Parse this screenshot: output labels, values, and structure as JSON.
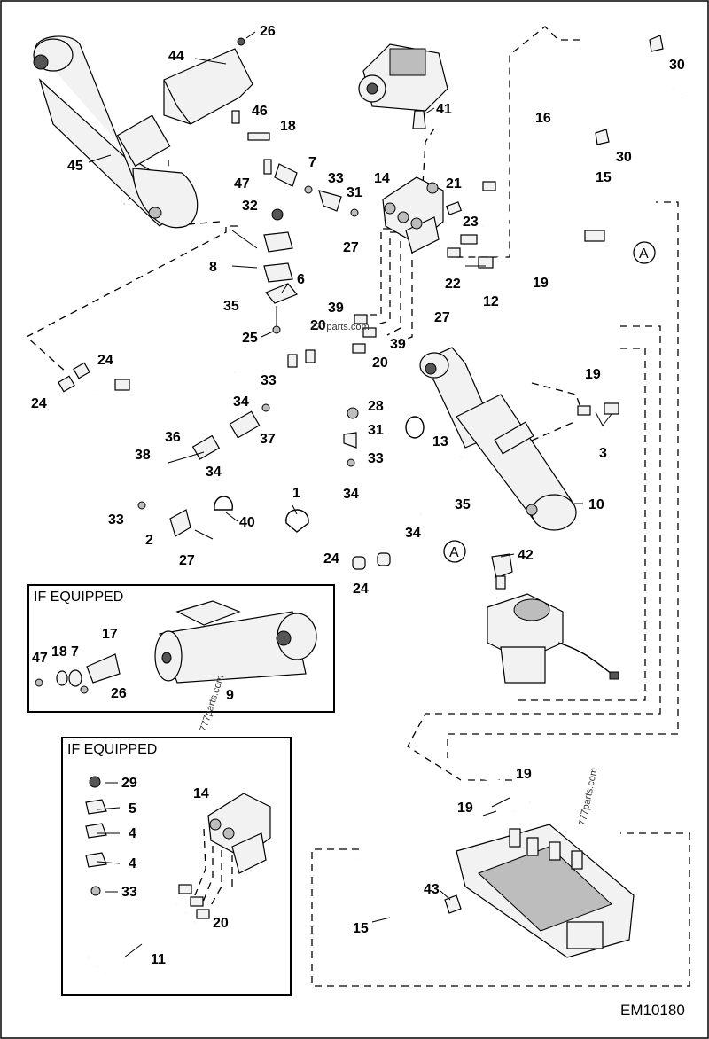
{
  "document_id": "EM10180",
  "inset_boxes": [
    {
      "title": "IF EQUIPPED"
    },
    {
      "title": "IF EQUIPPED"
    }
  ],
  "connection_marker": "A",
  "watermarks": [
    "777parts.com",
    "777parts.com",
    "777parts.com"
  ],
  "callouts": {
    "c26a": "26",
    "c44": "44",
    "c45": "45",
    "c41": "41",
    "c30a": "30",
    "c30b": "30",
    "c16": "16",
    "c46": "46",
    "c18a": "18",
    "c7a": "7",
    "c47a": "47",
    "c33a": "33",
    "c14a": "14",
    "c31a": "31",
    "c21": "21",
    "c15a": "15",
    "c32": "32",
    "c27a": "27",
    "c23": "23",
    "c8": "8",
    "c6": "6",
    "c22": "22",
    "c12": "12",
    "c19a": "19",
    "c35a": "35",
    "c39a": "39",
    "c20a": "20",
    "c25": "25",
    "c27b": "27",
    "c39b": "39",
    "c20b": "20",
    "c24a": "24",
    "c24b": "24",
    "c19b": "19",
    "c33b": "33",
    "c34a": "34",
    "c37": "37",
    "c28": "28",
    "c36": "36",
    "c31b": "31",
    "c13": "13",
    "c38": "38",
    "c33c": "33",
    "c3": "3",
    "c34b": "34",
    "c1": "1",
    "c34c": "34",
    "c35b": "35",
    "c10": "10",
    "c33d": "33",
    "c40": "40",
    "c34d": "34",
    "c2": "2",
    "c27c": "27",
    "c24c": "24",
    "c24d": "24",
    "c42": "42",
    "c17": "17",
    "c47b": "47",
    "c18b": "18",
    "c7b": "7",
    "c26b": "26",
    "c9": "9",
    "c29": "29",
    "c14b": "14",
    "c5": "5",
    "c4a": "4",
    "c4b": "4",
    "c19c": "19",
    "c19d": "19",
    "c33e": "33",
    "c43": "43",
    "c20c": "20",
    "c15b": "15",
    "c11": "11"
  }
}
